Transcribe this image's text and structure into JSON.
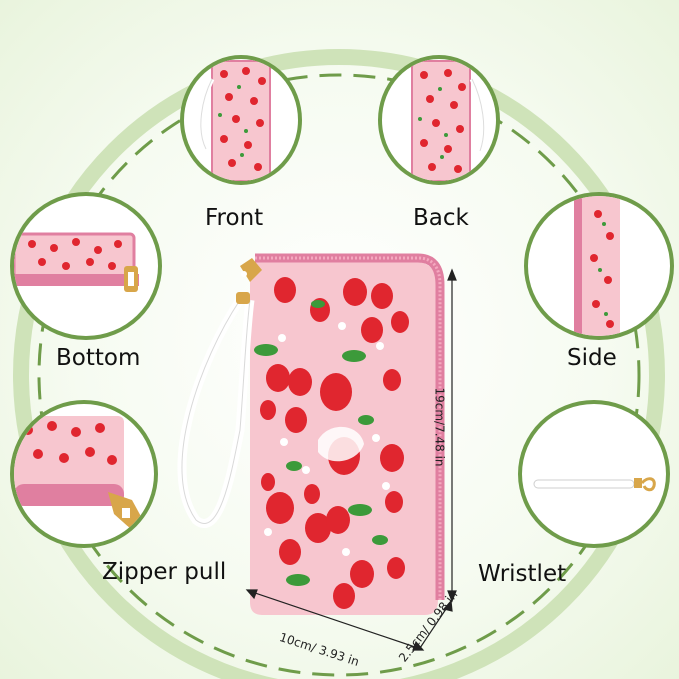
{
  "labels": {
    "front": "Front",
    "back": "Back",
    "bottom": "Bottom",
    "side": "Side",
    "zipper_pull": "Zipper pull",
    "wristlet": "Wristlet"
  },
  "dimensions": {
    "height": "19cm/7.48 in",
    "width": "10cm/ 3.93 in",
    "depth": "2.5cm/ 0.98 in"
  },
  "colors": {
    "ring": "#6f9c4a",
    "wallet_pink": "#f7c6cf",
    "trim_pink": "#e07fa0",
    "strawberry": "#e0262f",
    "leaf": "#3c9a3a",
    "zipper_gold": "#d8a64a"
  }
}
